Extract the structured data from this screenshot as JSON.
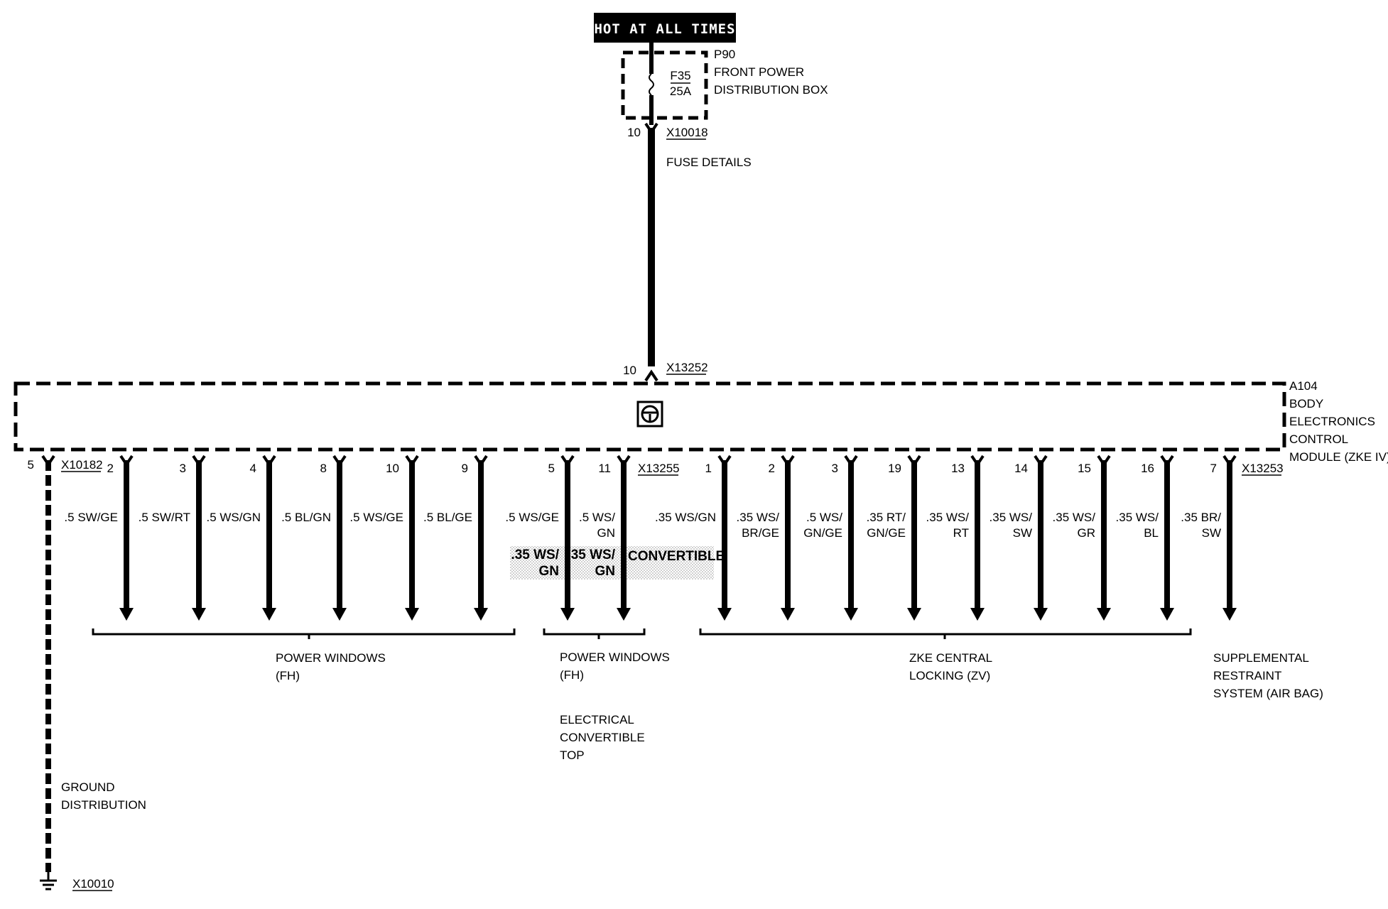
{
  "header": {
    "banner": "HOT AT ALL TIMES"
  },
  "fuse_box": {
    "id": "P90",
    "name_line1": "FRONT POWER",
    "name_line2": "DISTRIBUTION BOX",
    "fuse_id": "F35",
    "fuse_rating": "25A",
    "pin": "10",
    "connector": "X10018",
    "details": "FUSE DETAILS"
  },
  "module_input": {
    "pin": "10",
    "connector": "X13252"
  },
  "module": {
    "id": "A104",
    "lines": [
      "BODY",
      "ELECTRONICS",
      "CONTROL",
      "MODULE (ZKE IV)"
    ],
    "icon": "steering-wheel-icon"
  },
  "connectors": {
    "left": "X10182",
    "mid": "X13255",
    "right": "X13253"
  },
  "ground": {
    "pin": "5",
    "label_line1": "GROUND",
    "label_line2": "DISTRIBUTION",
    "connector": "X10010"
  },
  "wires": [
    {
      "pin": "2",
      "label": [
        ".5 SW/GE"
      ]
    },
    {
      "pin": "3",
      "label": [
        ".5 SW/RT"
      ]
    },
    {
      "pin": "4",
      "label": [
        ".5 WS/GN"
      ]
    },
    {
      "pin": "8",
      "label": [
        ".5 BL/GN"
      ]
    },
    {
      "pin": "10",
      "label": [
        ".5 WS/GE"
      ]
    },
    {
      "pin": "9",
      "label": [
        ".5 BL/GE"
      ]
    },
    {
      "pin": "5",
      "label": [
        ".5 WS/GE"
      ],
      "alt": [
        ".35 WS/",
        "GN"
      ]
    },
    {
      "pin": "11",
      "label": [
        ".5 WS/",
        "GN"
      ],
      "alt": [
        ".35 WS/",
        "GN"
      ]
    },
    {
      "pin": "1",
      "label": [
        ".35 WS/GN"
      ]
    },
    {
      "pin": "2",
      "label": [
        ".35 WS/",
        "BR/GE"
      ]
    },
    {
      "pin": "3",
      "label": [
        ".5 WS/",
        "GN/GE"
      ]
    },
    {
      "pin": "19",
      "label": [
        ".35 RT/",
        "GN/GE"
      ]
    },
    {
      "pin": "13",
      "label": [
        ".35 WS/",
        "RT"
      ]
    },
    {
      "pin": "14",
      "label": [
        ".35 WS/",
        "SW"
      ]
    },
    {
      "pin": "15",
      "label": [
        ".35 WS/",
        "GR"
      ]
    },
    {
      "pin": "16",
      "label": [
        ".35 WS/",
        "BL"
      ]
    },
    {
      "pin": "7",
      "label": [
        ".35 BR/",
        "SW"
      ]
    }
  ],
  "convertible_note": "CONVERTIBLE",
  "groups": [
    {
      "lines": [
        "POWER WINDOWS",
        "(FH)"
      ]
    },
    {
      "lines": [
        "POWER WINDOWS",
        "(FH)",
        "",
        "ELECTRICAL",
        "CONVERTIBLE",
        "TOP"
      ]
    },
    {
      "lines": [
        "ZKE CENTRAL",
        "LOCKING (ZV)"
      ]
    },
    {
      "lines": [
        "SUPPLEMENTAL",
        "RESTRAINT",
        "SYSTEM (AIR BAG)"
      ]
    }
  ]
}
